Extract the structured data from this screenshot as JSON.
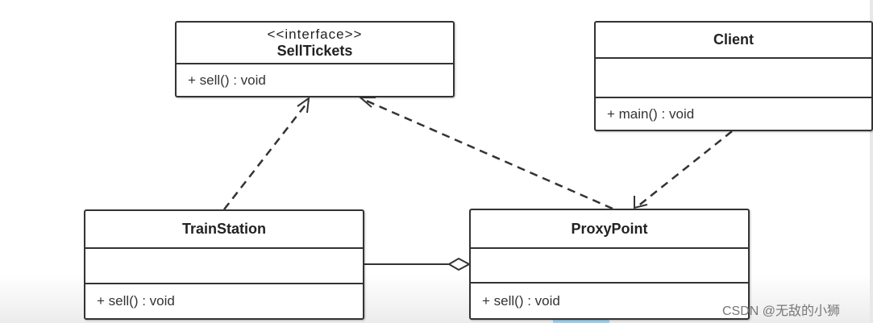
{
  "classes": {
    "sell_tickets": {
      "stereotype": "<<interface>>",
      "name": "SellTickets",
      "methods": [
        "+ sell() : void"
      ]
    },
    "client": {
      "name": "Client",
      "methods": [
        "+ main() : void"
      ]
    },
    "train_station": {
      "name": "TrainStation",
      "methods": [
        "+ sell() : void"
      ]
    },
    "proxy_point": {
      "name": "ProxyPoint",
      "methods": [
        "+ sell() : void"
      ]
    }
  },
  "relations": [
    {
      "from": "TrainStation",
      "to": "SellTickets",
      "kind": "realization"
    },
    {
      "from": "ProxyPoint",
      "to": "SellTickets",
      "kind": "realization"
    },
    {
      "from": "Client",
      "to": "ProxyPoint",
      "kind": "dependency"
    },
    {
      "from": "TrainStation",
      "to": "ProxyPoint",
      "kind": "aggregation"
    }
  ],
  "watermark": "CSDN @无敌的小狮"
}
